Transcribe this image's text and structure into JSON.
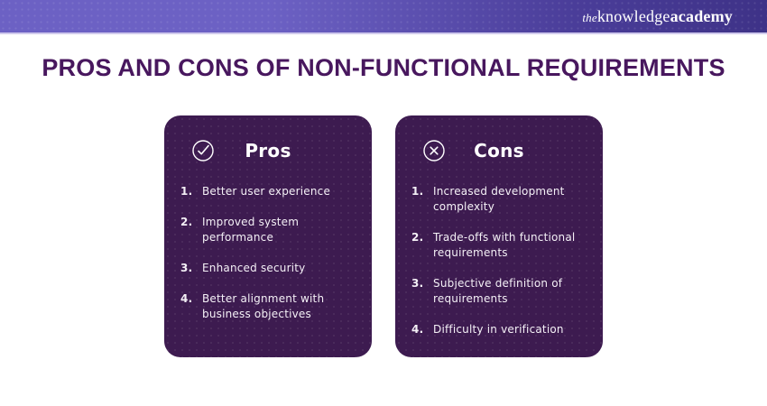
{
  "brand": {
    "prefix": "the",
    "word_regular": "knowledge",
    "word_bold": "academy"
  },
  "page_title": "PROS AND CONS OF NON-FUNCTIONAL REQUIREMENTS",
  "colors": {
    "bar_gradient_left": "#6c61c4",
    "bar_gradient_right": "#3e3287",
    "card_background": "#3d1b50",
    "title_text": "#48175e",
    "card_text": "#ffffff"
  },
  "pros_card": {
    "title": "Pros",
    "icon": "check-circle-icon",
    "items": [
      "Better user experience",
      "Improved system performance",
      "Enhanced security",
      "Better alignment with business objectives"
    ]
  },
  "cons_card": {
    "title": "Cons",
    "icon": "x-circle-icon",
    "items": [
      "Increased development complexity",
      "Trade-offs with functional requirements",
      "Subjective definition of requirements",
      "Difficulty in verification"
    ]
  }
}
